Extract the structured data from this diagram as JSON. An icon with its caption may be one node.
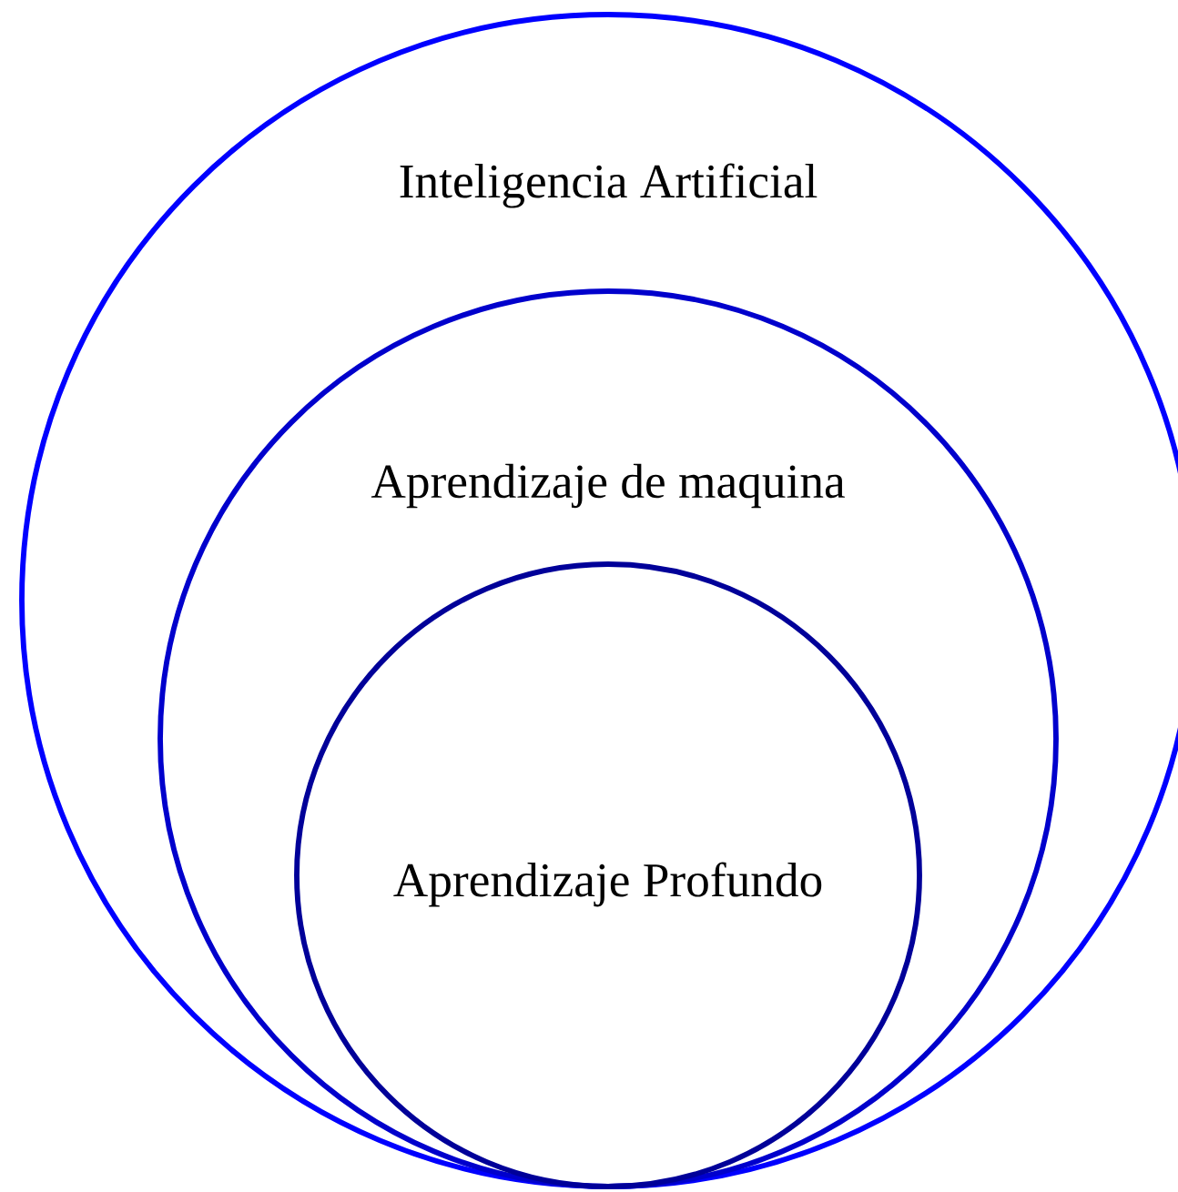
{
  "diagram": {
    "nodes": [
      {
        "text": [
          "Inteligencia Artificial"
        ]
      },
      {
        "text": [
          "Aprendizaje de maquina"
        ],
        "in": 0
      },
      {
        "text": [
          "Aprendizaje Profundo"
        ],
        "in": 1
      }
    ]
  }
}
